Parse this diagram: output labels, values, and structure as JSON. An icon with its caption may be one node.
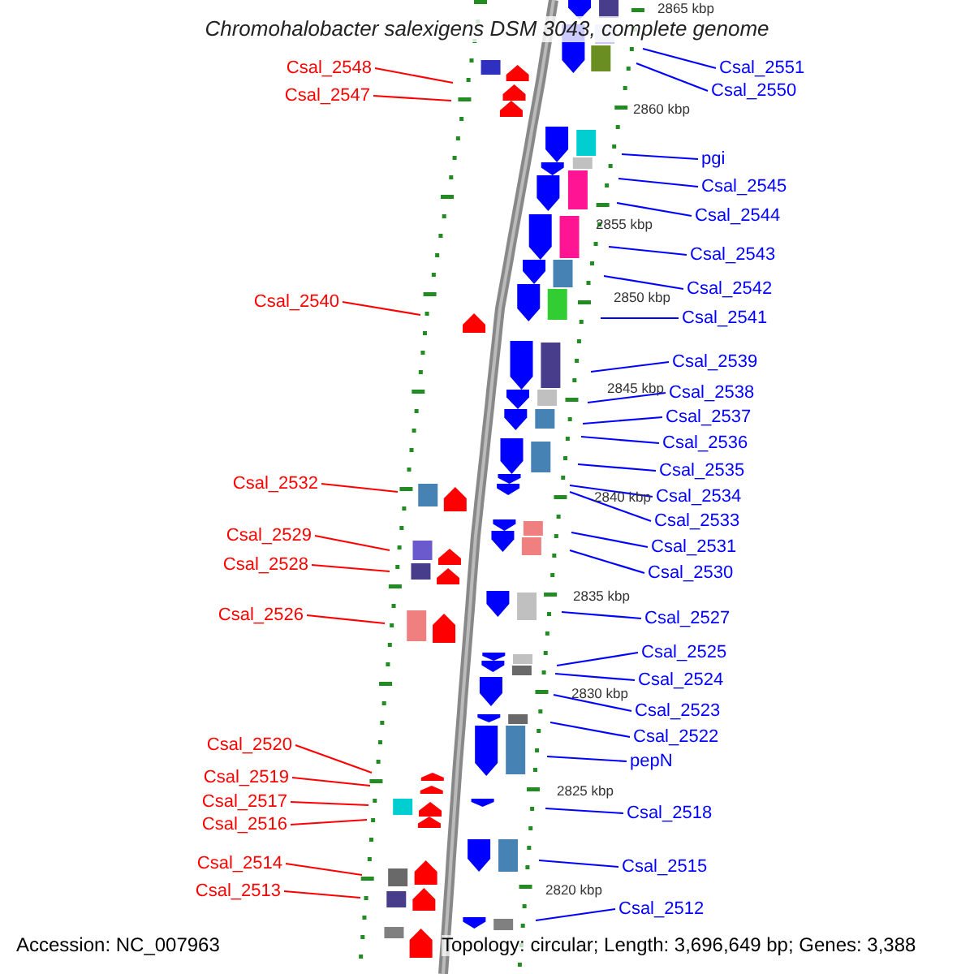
{
  "diagram": {
    "title": "Chromohalobacter salexigens DSM 3043, complete genome",
    "nodes": [
      {
        "text": [
          "Csal_2548"
        ]
      },
      {
        "text": [
          "Csal_2551"
        ]
      },
      {
        "text": [
          "Csal_2550"
        ]
      },
      {
        "text": [
          "Csal_2547"
        ]
      },
      {
        "text": [
          "pgi"
        ]
      },
      {
        "text": [
          "Csal_2545"
        ]
      },
      {
        "text": [
          "Csal_2544"
        ]
      },
      {
        "text": [
          "Csal_2543"
        ]
      },
      {
        "text": [
          "Csal_2542"
        ]
      },
      {
        "text": [
          "Csal_2540"
        ]
      },
      {
        "text": [
          "Csal_2541"
        ]
      },
      {
        "text": [
          "Csal_2539"
        ]
      },
      {
        "text": [
          "Csal_2538"
        ]
      },
      {
        "text": [
          "Csal_2537"
        ]
      },
      {
        "text": [
          "Csal_2536"
        ]
      },
      {
        "text": [
          "Csal_2535"
        ]
      },
      {
        "text": [
          "Csal_2532"
        ]
      },
      {
        "text": [
          "Csal_2534"
        ]
      },
      {
        "text": [
          "Csal_2533"
        ]
      },
      {
        "text": [
          "Csal_2529"
        ]
      },
      {
        "text": [
          "Csal_2531"
        ]
      },
      {
        "text": [
          "Csal_2528"
        ]
      },
      {
        "text": [
          "Csal_2530"
        ]
      },
      {
        "text": [
          "Csal_2526"
        ]
      },
      {
        "text": [
          "Csal_2527"
        ]
      },
      {
        "text": [
          "Csal_2525"
        ]
      },
      {
        "text": [
          "Csal_2524"
        ]
      },
      {
        "text": [
          "Csal_2523"
        ]
      },
      {
        "text": [
          "Csal_2522"
        ]
      },
      {
        "text": [
          "Csal_2520"
        ]
      },
      {
        "text": [
          "pepN"
        ]
      },
      {
        "text": [
          "Csal_2519"
        ]
      },
      {
        "text": [
          "Csal_2517"
        ]
      },
      {
        "text": [
          "Csal_2518"
        ]
      },
      {
        "text": [
          "Csal_2516"
        ]
      },
      {
        "text": [
          "Csal_2514"
        ]
      },
      {
        "text": [
          "Csal_2515"
        ]
      },
      {
        "text": [
          "Csal_2513"
        ]
      },
      {
        "text": [
          "Csal_2512"
        ]
      }
    ],
    "edges": [
      {
        "from": 0,
        "to": null,
        "arrow": "none",
        "color": "#ff0000"
      },
      {
        "from": 1,
        "to": null,
        "arrow": "none"
      },
      {
        "from": 2,
        "to": null,
        "arrow": "none"
      },
      {
        "from": 3,
        "to": null,
        "arrow": "none",
        "color": "#ff0000"
      },
      {
        "from": 4,
        "to": null,
        "arrow": "none"
      },
      {
        "from": 5,
        "to": null,
        "arrow": "none"
      },
      {
        "from": 6,
        "to": null,
        "arrow": "none"
      },
      {
        "from": 7,
        "to": null,
        "arrow": "none"
      },
      {
        "from": 8,
        "to": null,
        "arrow": "none"
      },
      {
        "from": 9,
        "to": null,
        "arrow": "none",
        "color": "#ff0000"
      },
      {
        "from": 10,
        "to": null,
        "arrow": "none"
      },
      {
        "from": 11,
        "to": null,
        "arrow": "none"
      },
      {
        "from": 12,
        "to": null,
        "arrow": "none"
      },
      {
        "from": 13,
        "to": null,
        "arrow": "none"
      },
      {
        "from": 14,
        "to": null,
        "arrow": "none"
      },
      {
        "from": 15,
        "to": null,
        "arrow": "none"
      },
      {
        "from": 16,
        "to": null,
        "arrow": "none",
        "color": "#ff0000"
      },
      {
        "from": 17,
        "to": null,
        "arrow": "none"
      },
      {
        "from": 18,
        "to": null,
        "arrow": "none"
      },
      {
        "from": 19,
        "to": null,
        "arrow": "none",
        "color": "#ff0000"
      },
      {
        "from": 20,
        "to": null,
        "arrow": "none"
      },
      {
        "from": 21,
        "to": null,
        "arrow": "none",
        "color": "#ff0000"
      },
      {
        "from": 22,
        "to": null,
        "arrow": "none"
      },
      {
        "from": 23,
        "to": null,
        "arrow": "none",
        "color": "#ff0000"
      },
      {
        "from": 24,
        "to": null,
        "arrow": "none"
      },
      {
        "from": 25,
        "to": null,
        "arrow": "none"
      },
      {
        "from": 26,
        "to": null,
        "arrow": "none"
      },
      {
        "from": 27,
        "to": null,
        "arrow": "none"
      },
      {
        "from": 28,
        "to": null,
        "arrow": "none"
      },
      {
        "from": 29,
        "to": null,
        "arrow": "none",
        "color": "#ff0000"
      },
      {
        "from": 30,
        "to": null,
        "arrow": "none"
      },
      {
        "from": 31,
        "to": null,
        "arrow": "none",
        "color": "#ff0000"
      },
      {
        "from": 32,
        "to": null,
        "arrow": "none",
        "color": "#ff0000"
      },
      {
        "from": 33,
        "to": null,
        "arrow": "none"
      },
      {
        "from": 34,
        "to": null,
        "arrow": "none",
        "color": "#ff0000"
      },
      {
        "from": 35,
        "to": null,
        "arrow": "none",
        "color": "#ff0000"
      },
      {
        "from": 36,
        "to": null,
        "arrow": "none"
      },
      {
        "from": 37,
        "to": null,
        "arrow": "none",
        "color": "#ff0000"
      },
      {
        "from": 38,
        "to": null,
        "arrow": "none"
      }
    ],
    "labels": [
      "2865 kbp",
      "2860 kbp",
      "2855 kbp",
      "2850 kbp",
      "2845 kbp",
      "2840 kbp",
      "2835 kbp",
      "2830 kbp",
      "2825 kbp",
      "2820 kbp",
      "Accession: NC_007963",
      "Topology: circular; Length: 3,696,649 bp; Genes: 3,388"
    ]
  }
}
